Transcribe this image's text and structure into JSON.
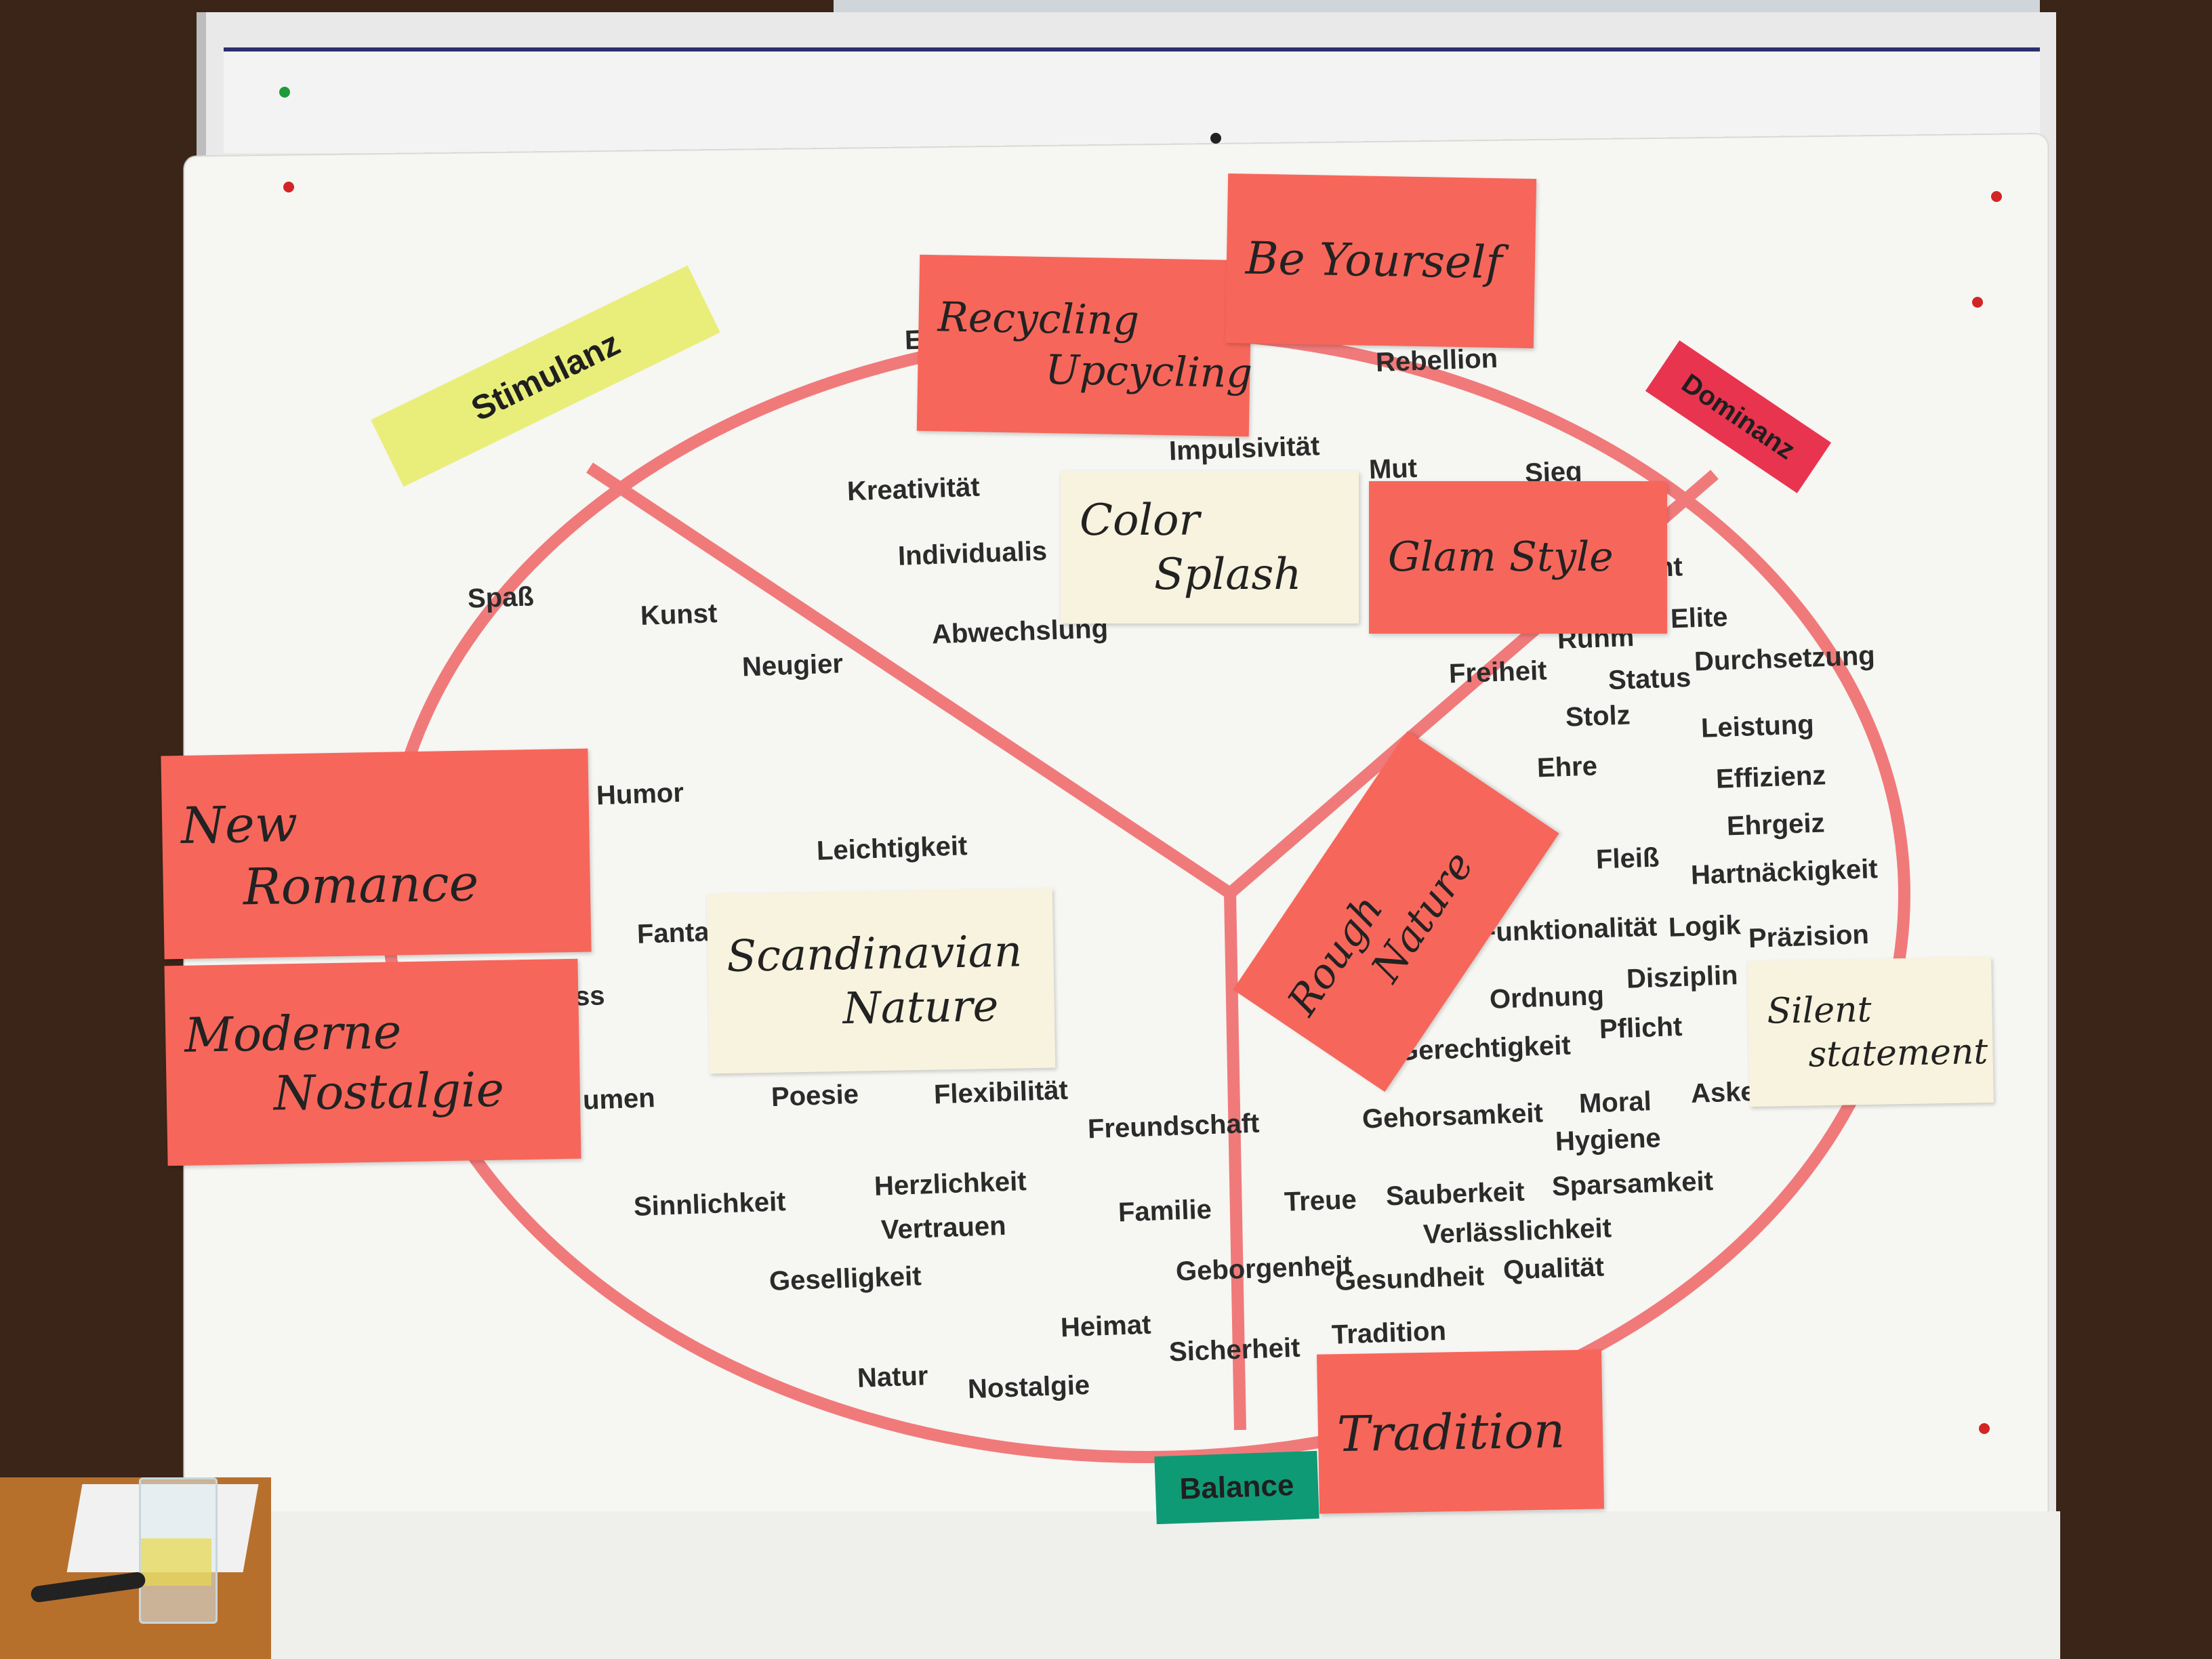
{
  "category_labels": {
    "stimulanz": "Stimulanz",
    "dominanz": "Dominanz",
    "balance": "Balance"
  },
  "words": {
    "rebellion": "Rebellion",
    "impulsivitaet": "Impulsivität",
    "mut": "Mut",
    "sieg": "Sieg",
    "kreativitaet": "Kreativität",
    "individualismus": "Individualis",
    "abwechslung": "Abwechslung",
    "spass": "Spaß",
    "kunst": "Kunst",
    "neugier": "Neugier",
    "humor": "Humor",
    "leichtigkeit": "Leichtigkeit",
    "fanta": "Fanta",
    "ss_fragment": "ss",
    "umen": "umen",
    "poesie": "Poesie",
    "flexibilitaet": "Flexibilität",
    "sinnlichkeit": "Sinnlichkeit",
    "herzlichkeit": "Herzlichkeit",
    "vertrauen": "Vertrauen",
    "geselligkeit": "Geselligkeit",
    "natur": "Natur",
    "nostalgie": "Nostalgie",
    "heimat": "Heimat",
    "familie": "Familie",
    "freundschaft": "Freundschaft",
    "geborgenheit": "Geborgenheit",
    "sicherheit": "Sicherheit",
    "tradition_word": "Tradition",
    "treue": "Treue",
    "sauberkeit": "Sauberkeit",
    "sparsamkeit": "Sparsamkeit",
    "verlaesslichkeit": "Verlässlichkeit",
    "gesundheit": "Gesundheit",
    "qualitaet": "Qualität",
    "gehorsamkeit": "Gehorsamkeit",
    "moral": "Moral",
    "hygiene": "Hygiene",
    "askes": "Askes",
    "gerechtigkeit": "Gerechtigkeit",
    "pflicht": "Pflicht",
    "ordnung": "Ordnung",
    "disziplin": "Disziplin",
    "funktionalitaet": "Funktionalität",
    "logik": "Logik",
    "praezision": "Präzision",
    "hartnaeckigkeit": "Hartnäckigkeit",
    "fleiss": "Fleiß",
    "ehrgeiz": "Ehrgeiz",
    "effizienz": "Effizienz",
    "ehre": "Ehre",
    "leistung": "Leistung",
    "stolz": "Stolz",
    "status": "Status",
    "durchsetzung": "Durchsetzung",
    "freiheit": "Freiheit",
    "ruhm": "Ruhm",
    "elite": "Elite",
    "nt_fragment": "nt",
    "e_fragment": "E"
  },
  "notes": {
    "recycling": [
      "Recycling",
      "Upcycling"
    ],
    "be_yourself": [
      "Be Yourself"
    ],
    "color_splash": [
      "Color",
      "Splash"
    ],
    "glam_style": [
      "Glam Style"
    ],
    "new_romance": [
      "New",
      "Romance"
    ],
    "moderne_nostalgie": [
      "Moderne",
      "Nostalgie"
    ],
    "scandinavian_nature": [
      "Scandinavian",
      "Nature"
    ],
    "rough_nature": [
      "Rough",
      "Nature"
    ],
    "silent_statement": [
      "Silent",
      "statement"
    ],
    "tradition": [
      "Tradition"
    ]
  },
  "colors": {
    "circle_line": "#f07a7a",
    "red_note": "#f7665a",
    "cream_note": "#f8f3de",
    "stimulanz_label": "#e9ee7a",
    "dominanz_label": "#e8344f",
    "balance_label": "#0f9a76"
  }
}
